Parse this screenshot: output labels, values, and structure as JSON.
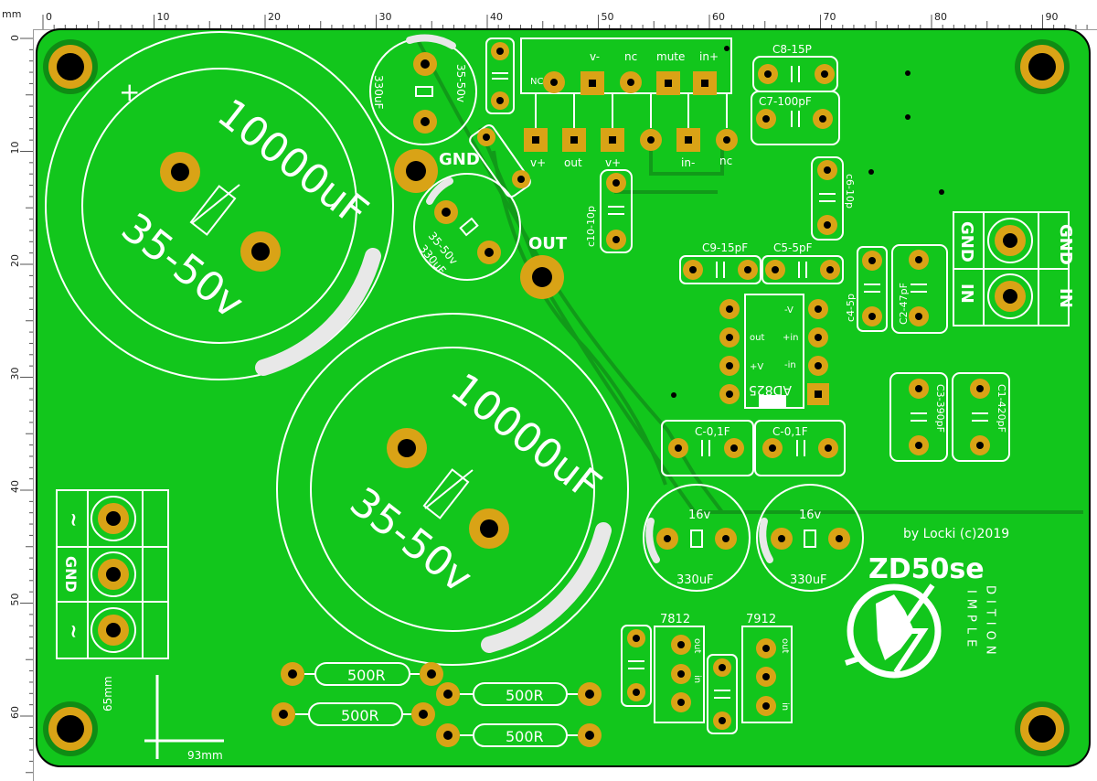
{
  "ruler": {
    "unit_label": "mm",
    "top_ticks": [
      "0",
      "10",
      "20",
      "30",
      "40",
      "50",
      "60",
      "70",
      "80",
      "90"
    ],
    "left_ticks": [
      "0",
      "10",
      "20",
      "30",
      "40",
      "50",
      "60"
    ]
  },
  "colors": {
    "board": "#12c61c",
    "copper": "#d9a316",
    "silk": "#ffffff",
    "trace": "#119a19",
    "hole": "#000000",
    "ring": "#0f8c14"
  },
  "labels": {
    "cap_big_1": "10000uF",
    "cap_big_1_v": "35-50v",
    "cap_big_2": "10000uF",
    "cap_big_2_v": "35-50v",
    "cap_small_1": "330uF",
    "cap_small_1_v": "35-50v",
    "cap_small_2": "330uF",
    "cap_small_2_v": "35-50v",
    "gnd_pad": "GND",
    "out_pad": "OUT",
    "hdr_vminus": "v-",
    "hdr_nc": "nc",
    "hdr_mute": "mute",
    "hdr_inplus": "in+",
    "hdr_NC": "NC",
    "hdr_vplus1": "v+",
    "hdr_out": "out",
    "hdr_vplus2": "v+",
    "hdr_inminus": "in-",
    "hdr_nc2": "nc",
    "c8": "C8-15P",
    "c7": "C7-100pF",
    "c6": "c6-10p",
    "c10": "c10-10p",
    "c9": "C9-15pF",
    "c5": "C5-5pF",
    "c4": "c4-5p",
    "c2": "C2-47pF",
    "c3": "C3-390pF",
    "c1": "C1-420pF",
    "ic_name": "AD825",
    "ic_out": "out",
    "ic_vplus": "+V",
    "ic_vminus": "-V",
    "ic_in_plus": "+in",
    "ic_in_minus": "-in",
    "c_left": "C-0,1F",
    "c_right": "C-0,1F",
    "e1_v": "16v",
    "e1_c": "330uF",
    "e2_v": "16v",
    "e2_c": "330uF",
    "credit": "by Locki (c)2019",
    "logo": "ZD50se",
    "logo_simple": "IMPLE",
    "logo_edition": "DITION",
    "reg1": "7812",
    "reg2": "7912",
    "reg_out": "out",
    "reg_in": "in",
    "reg2_out": "out",
    "reg2_in": "in",
    "r1": "500R",
    "r2": "500R",
    "r3": "500R",
    "r4": "500R",
    "ac_tilde1": "~",
    "ac_gnd": "GND",
    "ac_tilde2": "~",
    "in_gnd_a": "GND",
    "in_in_a": "IN",
    "in_gnd_b": "GND",
    "in_in_b": "IN",
    "dim_h": "65mm",
    "dim_w": "93mm",
    "plus": "+"
  }
}
